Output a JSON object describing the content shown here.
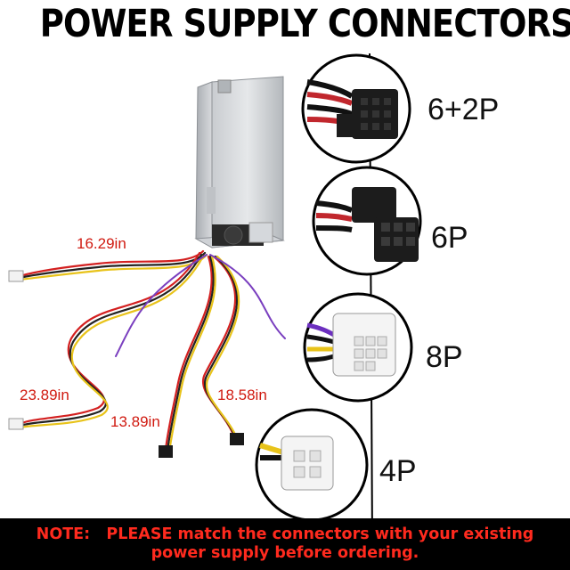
{
  "title": "POWER SUPPLY CONNECTORS",
  "connectors": [
    {
      "label": "6+2P"
    },
    {
      "label": "6P"
    },
    {
      "label": "8P"
    },
    {
      "label": "4P"
    }
  ],
  "cable_lengths": [
    "16.29in",
    "23.89in",
    "13.89in",
    "18.58in"
  ],
  "note": {
    "prefix": "NOTE:",
    "line1": "PLEASE match the connectors with your existing",
    "line2": "power supply before ordering."
  },
  "colors": {
    "title": "#000000",
    "length_label": "#d01a10",
    "note_bg": "#000000",
    "note_text": "#ff2a1e"
  }
}
